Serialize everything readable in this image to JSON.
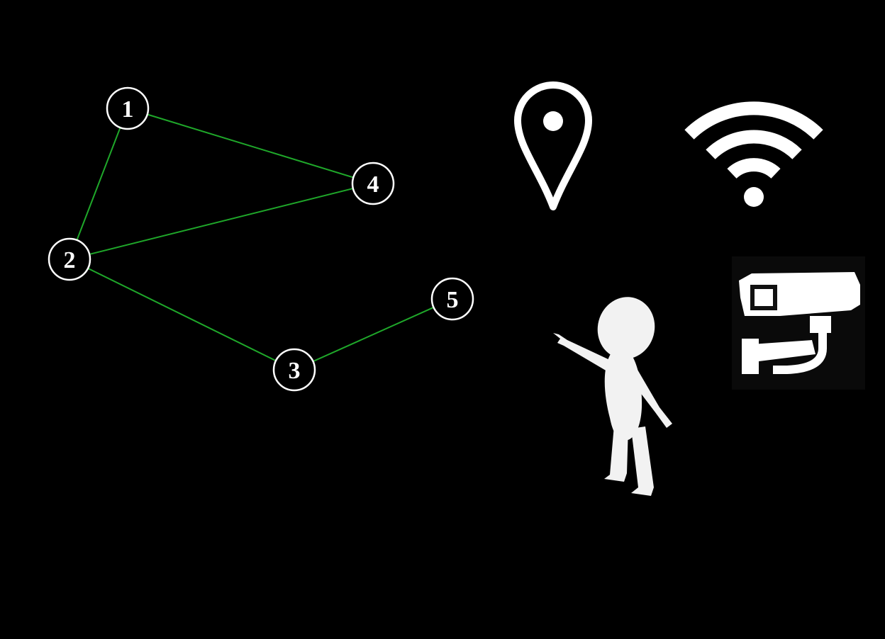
{
  "colors": {
    "background": "#000000",
    "edge": "#1fa82a",
    "node_stroke": "#ffffff",
    "icon": "#ffffff"
  },
  "graph": {
    "nodes": [
      {
        "id": "1",
        "label": "1"
      },
      {
        "id": "2",
        "label": "2"
      },
      {
        "id": "3",
        "label": "3"
      },
      {
        "id": "4",
        "label": "4"
      },
      {
        "id": "5",
        "label": "5"
      }
    ],
    "edges": [
      [
        "1",
        "2"
      ],
      [
        "1",
        "4"
      ],
      [
        "2",
        "4"
      ],
      [
        "2",
        "3"
      ],
      [
        "3",
        "5"
      ]
    ]
  },
  "icons": [
    "map-pin-icon",
    "wifi-icon",
    "security-camera-icon",
    "pointing-figure-icon"
  ]
}
